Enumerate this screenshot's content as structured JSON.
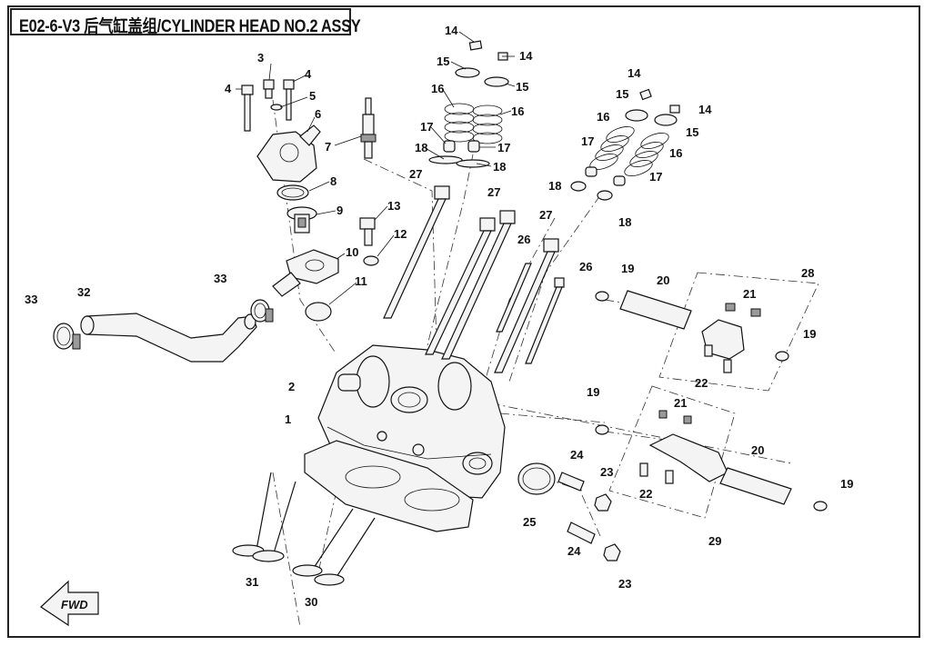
{
  "title": "E02-6-V3 后气缸盖组/CYLINDER HEAD NO.2  ASSY",
  "fwd_label": "FWD",
  "callouts": [
    "14",
    "14",
    "14",
    "14",
    "15",
    "15",
    "15",
    "15",
    "16",
    "16",
    "16",
    "16",
    "17",
    "17",
    "17",
    "17",
    "18",
    "18",
    "18",
    "18",
    "3",
    "4",
    "4",
    "5",
    "6",
    "7",
    "8",
    "9",
    "10",
    "11",
    "12",
    "13",
    "27",
    "27",
    "27",
    "26",
    "26",
    "19",
    "19",
    "19",
    "19",
    "20",
    "20",
    "21",
    "21",
    "22",
    "22",
    "28",
    "29",
    "2",
    "1",
    "24",
    "24",
    "23",
    "23",
    "25",
    "31",
    "30",
    "32",
    "33",
    "33"
  ]
}
